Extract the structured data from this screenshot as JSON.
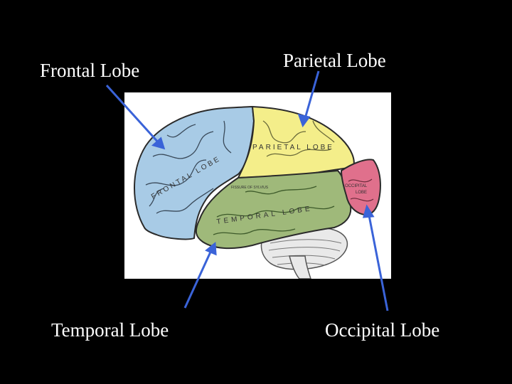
{
  "labels": {
    "frontal": "Frontal Lobe",
    "parietal": "Parietal Lobe",
    "temporal": "Temporal Lobe",
    "occipital": "Occipital Lobe"
  },
  "illustration": {
    "frontal_text": "FRONTAL LOBE",
    "parietal_text": "PARIETAL LOBE",
    "temporal_text": "TEMPORAL LOBE",
    "occipital_text_1": "OCCIPITAL",
    "occipital_text_2": "LOBE",
    "sylvian_text": "FISSURE OF SYLVIUS"
  },
  "colors": {
    "background": "#000000",
    "label_text": "#ffffff",
    "arrow": "#3a63d8",
    "frontal": "#a8cbe6",
    "parietal": "#f4ee8a",
    "temporal": "#9fb97a",
    "occipital": "#e0708c",
    "cerebellum": "#e9e9e9"
  }
}
